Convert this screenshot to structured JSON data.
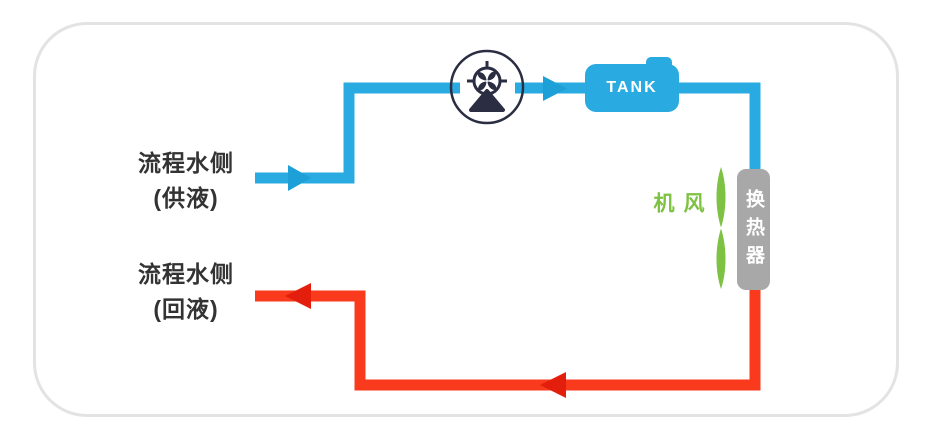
{
  "labels": {
    "supply": {
      "line1": "流程水侧",
      "line2": "(供液)"
    },
    "return": {
      "line1": "流程水侧",
      "line2": "(回液)"
    }
  },
  "components": {
    "tank": {
      "label": "TANK"
    },
    "fan": {
      "label": "风机"
    },
    "heat_exchanger": {
      "label": "换热器"
    },
    "pump": {
      "icon": "pump-icon"
    }
  },
  "flow": {
    "supply_direction": "left-to-right into tank then down to heat exchanger",
    "return_direction": "from heat exchanger bottom back to left"
  },
  "colors": {
    "supply-pipe": "#29ABE2",
    "supply-arrow": "#1D9FD8",
    "return-pipe": "#F93A1D",
    "return-arrow": "#E31E0C",
    "tank-blue": "#29ABE2",
    "fan-green": "#7DC242",
    "exchanger-gray": "#A8A8A8",
    "pump-dark": "#2B2E42",
    "label-text": "#333333",
    "card-border": "#E3E3E3",
    "text-on-fill": "#FFFFFF"
  }
}
